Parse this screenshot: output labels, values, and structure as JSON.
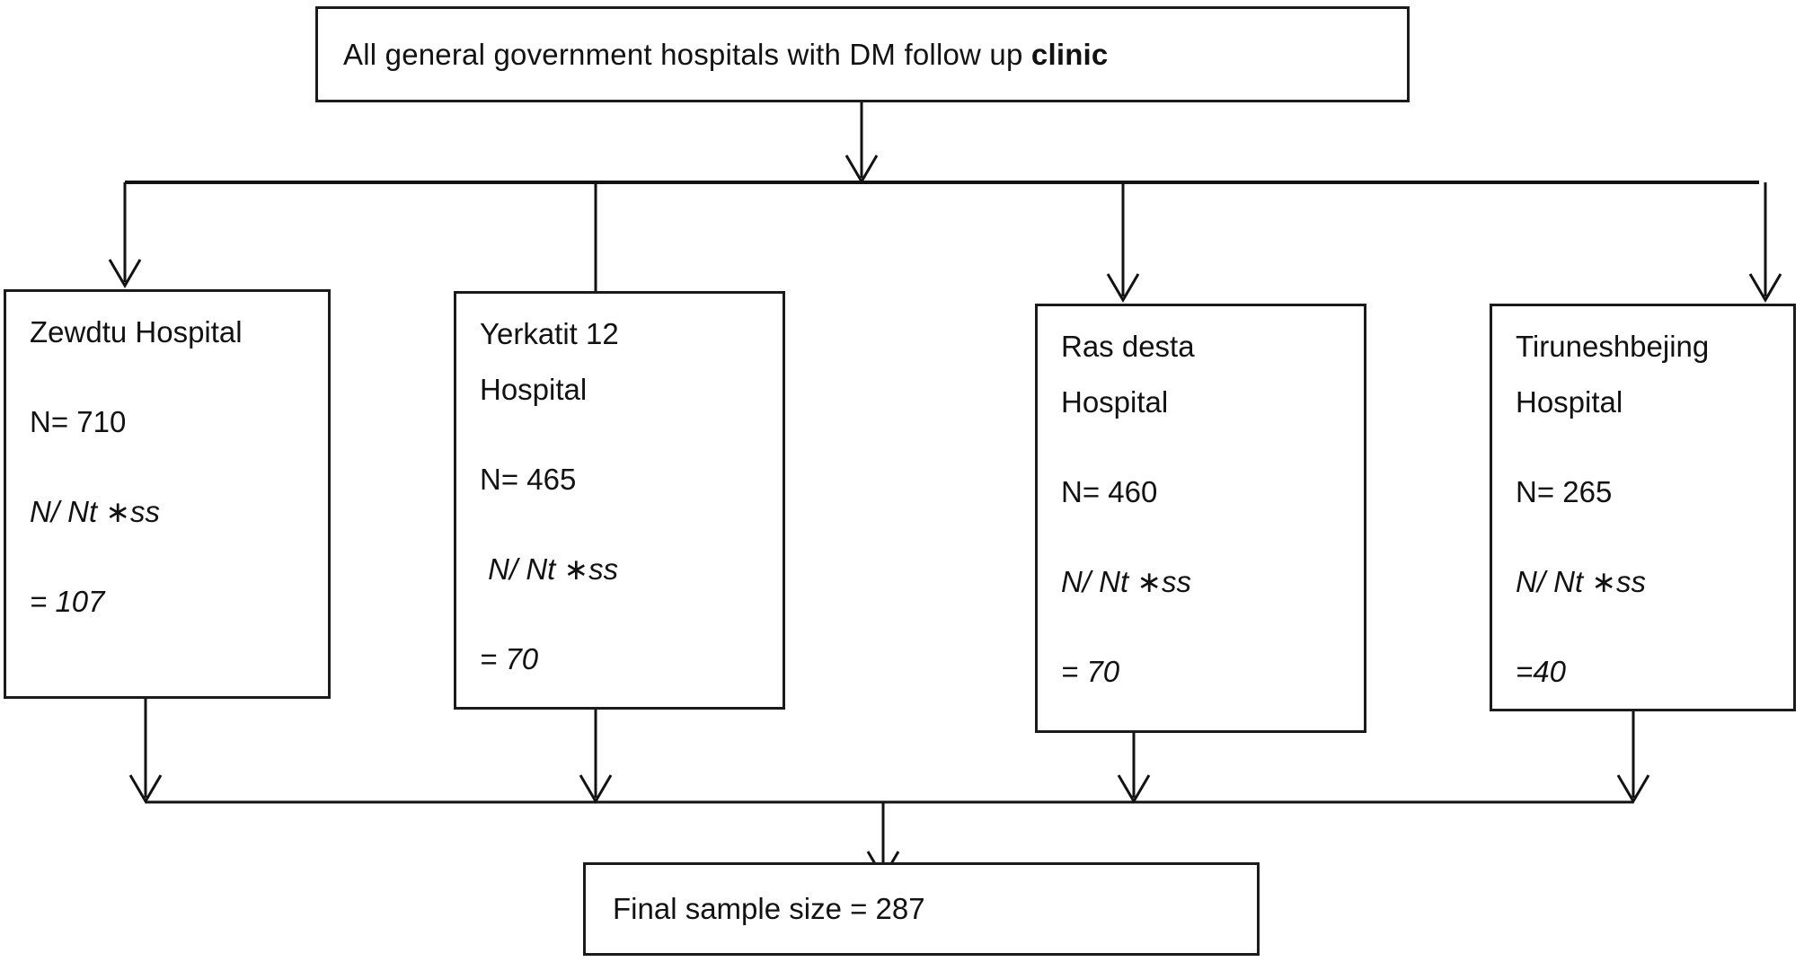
{
  "title": {
    "prefix": "All general government hospitals with DM follow up ",
    "bold": "clinic"
  },
  "hospitals": [
    {
      "name_line1": "Zewdtu Hospital",
      "name_line2": "",
      "population": "N= 710",
      "formula": "N/ Nt ∗ss",
      "result": "= 107"
    },
    {
      "name_line1": "Yerkatit 12",
      "name_line2": "Hospital",
      "population": "N= 465",
      "formula": " N/ Nt ∗ss",
      "result": "= 70"
    },
    {
      "name_line1": "Ras desta",
      "name_line2": "Hospital",
      "population": "N= 460",
      "formula": "N/ Nt ∗ss",
      "result": "= 70"
    },
    {
      "name_line1": "Tiruneshbejing",
      "name_line2": "Hospital",
      "population": "N= 265",
      "formula": "N/ Nt ∗ss",
      "result": "=40"
    }
  ],
  "final": {
    "label": "Final sample size = 287"
  },
  "colors": {
    "line": "#121212",
    "background": "#ffffff",
    "text": "#121212"
  }
}
